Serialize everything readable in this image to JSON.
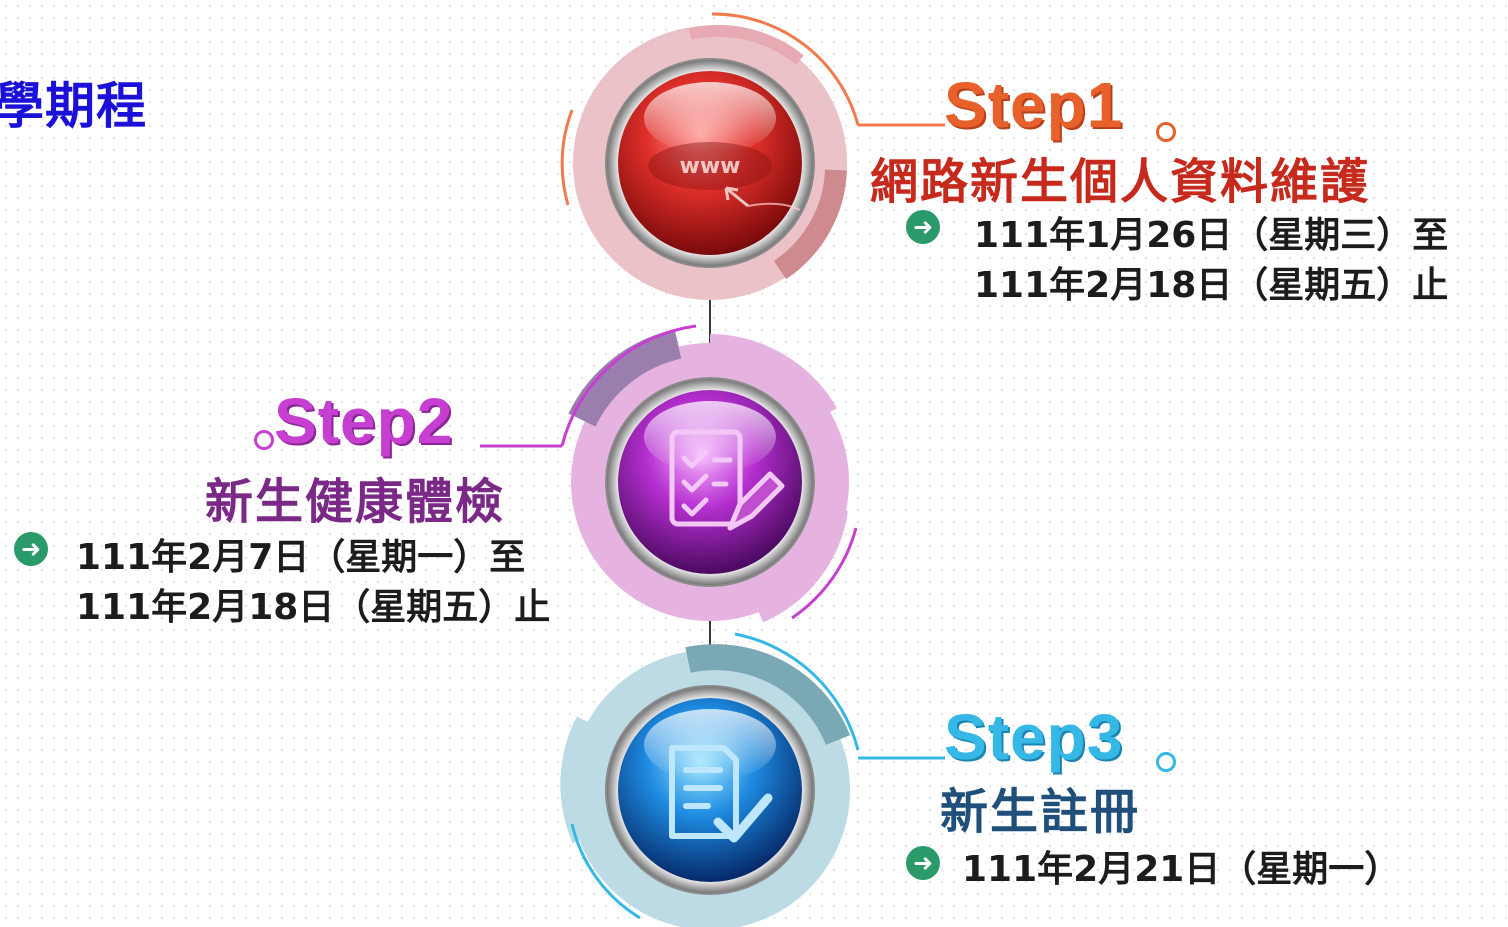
{
  "page_title": "學期程",
  "colors": {
    "step1": "#d9541f",
    "step1_title": "#c62a1d",
    "step2": "#c63fd0",
    "step2_title": "#7a2a86",
    "step3": "#36b8e6",
    "step3_title": "#1f4f7a",
    "bullet": "#2a9a6a"
  },
  "steps": [
    {
      "label": "Step1",
      "title": "網路新生個人資料維護",
      "icon": "www-globe-icon",
      "icon_text": "www",
      "dates": [
        "111年1月26日（星期三）至",
        "111年2月18日（星期五）止"
      ]
    },
    {
      "label": "Step2",
      "title": "新生健康體檢",
      "icon": "checklist-edit-icon",
      "dates": [
        "111年2月7日（星期一）至",
        "111年2月18日（星期五）止"
      ]
    },
    {
      "label": "Step3",
      "title": "新生註冊",
      "icon": "document-check-icon",
      "dates": [
        "111年2月21日（星期一）"
      ]
    }
  ]
}
